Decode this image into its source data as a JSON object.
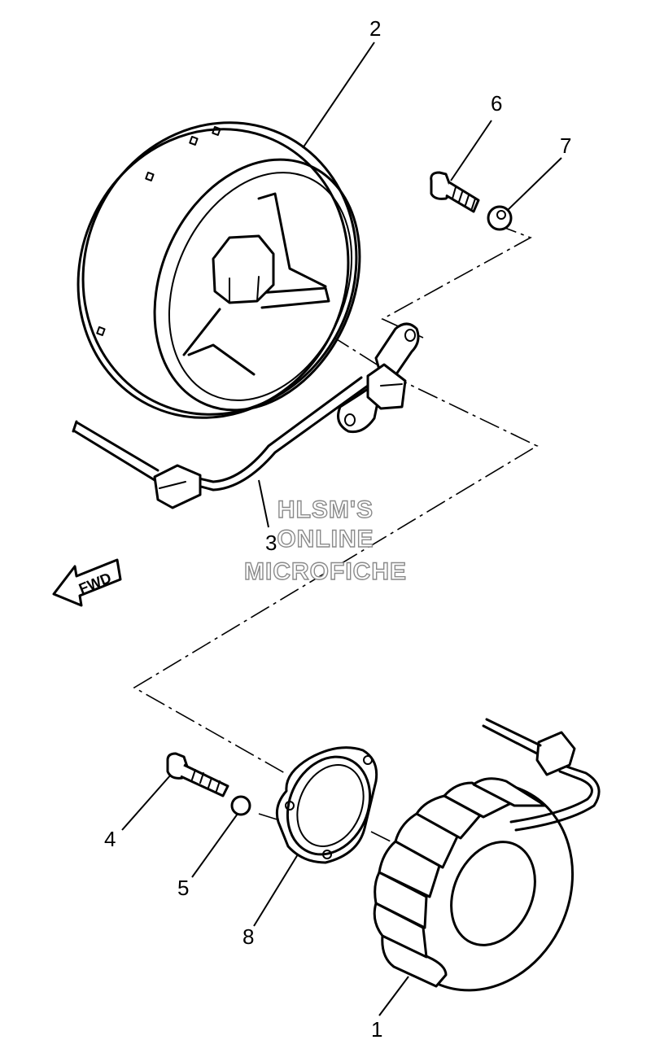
{
  "callouts": {
    "c1": "1",
    "c2": "2",
    "c3": "3",
    "c4": "4",
    "c5": "5",
    "c6": "6",
    "c7": "7",
    "c8": "8"
  },
  "watermark": {
    "line1": "HLSM'S",
    "line2": "ONLINE",
    "line3": "MICROFICHE"
  },
  "direction_arrow": {
    "label": "FWD"
  }
}
